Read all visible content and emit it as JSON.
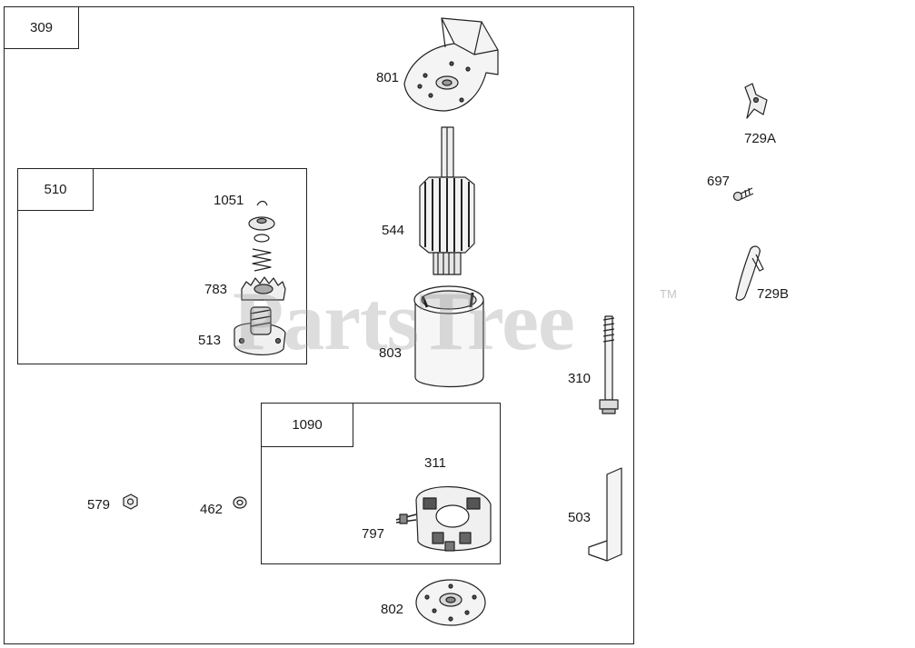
{
  "diagram": {
    "main_callout": "309",
    "groups": [
      {
        "id": "group-510",
        "label": "510"
      },
      {
        "id": "group-1090",
        "label": "1090"
      }
    ],
    "parts": {
      "p801": "801",
      "p544": "544",
      "p803": "803",
      "p802": "802",
      "p1051": "1051",
      "p783": "783",
      "p513": "513",
      "p311": "311",
      "p797": "797",
      "p579": "579",
      "p462": "462",
      "p310": "310",
      "p503": "503",
      "p729a": "729A",
      "p697": "697",
      "p729b": "729B"
    }
  },
  "watermark": {
    "brand": "PartsTree",
    "trademark": "TM"
  }
}
